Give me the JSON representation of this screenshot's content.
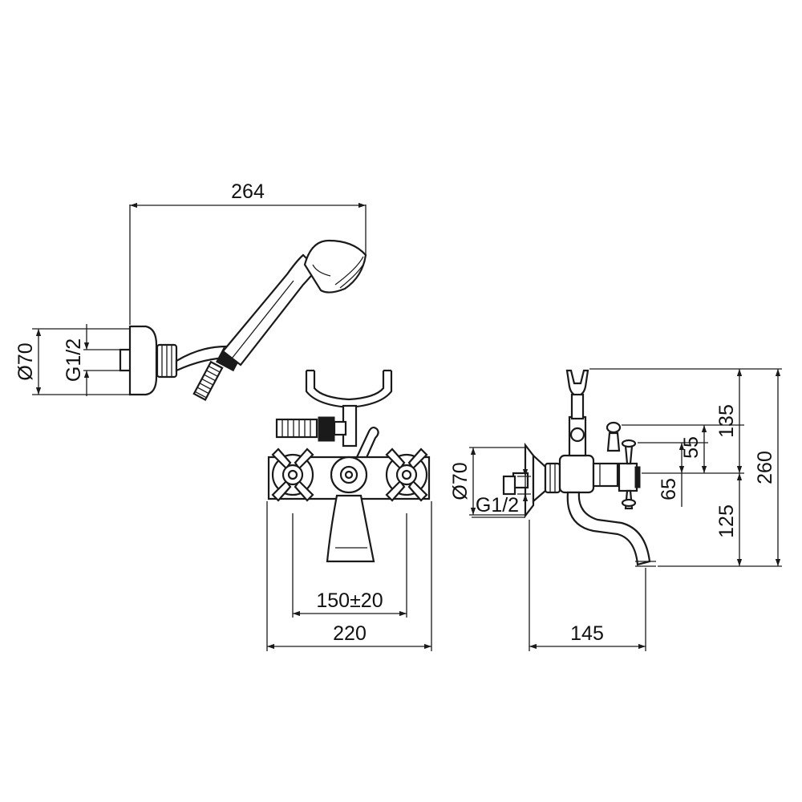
{
  "dimensions": {
    "handshower_length": "264",
    "wall_connector_diameter_left": "Ø70",
    "thread_left": "G1/2",
    "center_distance": "150±20",
    "overall_width": "220",
    "wall_connector_diameter_right": "Ø70",
    "thread_right": "G1/2",
    "projection": "145",
    "upper_height": "135",
    "handle_height": "55",
    "handle_offset": "65",
    "spout_height": "125",
    "total_height": "260"
  },
  "colors": {
    "line": "#1a1a1a",
    "background": "#ffffff"
  }
}
